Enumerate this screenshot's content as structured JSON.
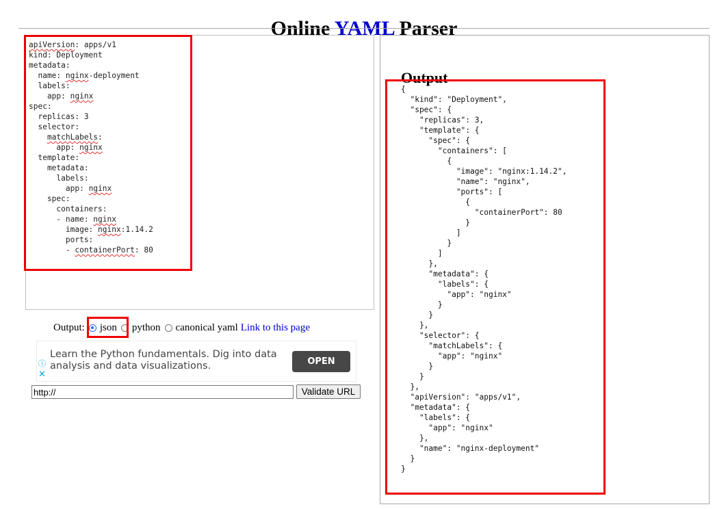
{
  "header": {
    "title_prefix": "Online ",
    "title_accent": "YAML",
    "title_suffix": " Parser"
  },
  "input": {
    "yaml_lines": [
      "apiVersion: apps/v1",
      "kind: Deployment",
      "metadata:",
      "  name: nginx-deployment",
      "  labels:",
      "    app: nginx",
      "spec:",
      "  replicas: 3",
      "  selector:",
      "    matchLabels:",
      "      app: nginx",
      "  template:",
      "    metadata:",
      "      labels:",
      "        app: nginx",
      "    spec:",
      "      containers:",
      "      - name: nginx",
      "        image: nginx:1.14.2",
      "        ports:",
      "        - containerPort: 80"
    ]
  },
  "output_options": {
    "label": "Output:",
    "options": [
      {
        "label": "json",
        "selected": true
      },
      {
        "label": "python",
        "selected": false
      },
      {
        "label": "canonical yaml",
        "selected": false
      }
    ],
    "link_label": "Link to this page"
  },
  "ad": {
    "text": "Learn the Python fundamentals. Dig into data analysis and data visualizations.",
    "button_label": "OPEN",
    "info_icon": "ⓘ",
    "close_icon": "✕"
  },
  "url_validator": {
    "input_value": "http://",
    "button_label": "Validate URL"
  },
  "output": {
    "heading": "Output",
    "json_lines": [
      "{",
      "  \"kind\": \"Deployment\",",
      "  \"spec\": {",
      "    \"replicas\": 3,",
      "    \"template\": {",
      "      \"spec\": {",
      "        \"containers\": [",
      "          {",
      "            \"image\": \"nginx:1.14.2\",",
      "            \"name\": \"nginx\",",
      "            \"ports\": [",
      "              {",
      "                \"containerPort\": 80",
      "              }",
      "            ]",
      "          }",
      "        ]",
      "      },",
      "      \"metadata\": {",
      "        \"labels\": {",
      "          \"app\": \"nginx\"",
      "        }",
      "      }",
      "    },",
      "    \"selector\": {",
      "      \"matchLabels\": {",
      "        \"app\": \"nginx\"",
      "      }",
      "    }",
      "  },",
      "  \"apiVersion\": \"apps/v1\",",
      "  \"metadata\": {",
      "    \"labels\": {",
      "      \"app\": \"nginx\"",
      "    },",
      "    \"name\": \"nginx-deployment\"",
      "  }",
      "}"
    ]
  },
  "colors": {
    "accent": "#0000cc",
    "highlight": "#ee0000",
    "ad_accent": "#00aecd"
  }
}
